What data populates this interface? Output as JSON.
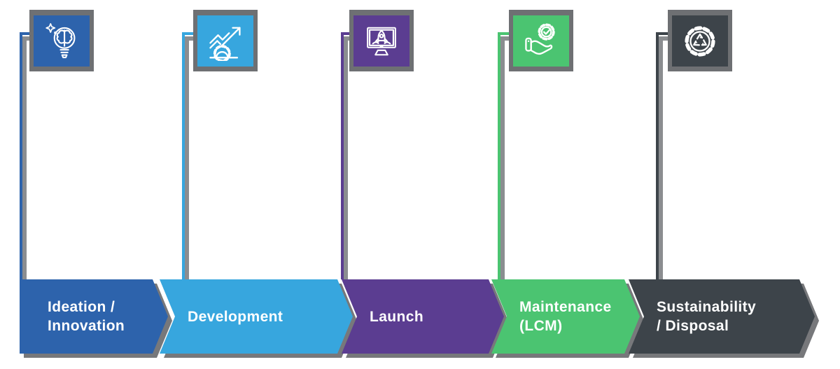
{
  "diagram": {
    "kind": "process-flow",
    "description_colors": {
      "background": "#ffffff",
      "shadow_gray": "#77787b",
      "connector_gray": "#8b8d90",
      "tile_frame_gray": "#6e7073",
      "label_text": "#ffffff"
    },
    "stages": [
      {
        "id": "ideation",
        "label": "Ideation / Innovation",
        "label_line1": "Ideation /",
        "label_line2": "Innovation",
        "color": "#2d63ac",
        "icon": "idea-brain-bulb-icon"
      },
      {
        "id": "development",
        "label": "Development",
        "label_line1": "Development",
        "label_line2": "",
        "color": "#37a6de",
        "icon": "growth-arrow-gear-icon"
      },
      {
        "id": "launch",
        "label": "Launch",
        "label_line1": "Launch",
        "label_line2": "",
        "color": "#5b3d91",
        "icon": "rocket-monitor-icon"
      },
      {
        "id": "maintenance",
        "label": "Maintenance (LCM)",
        "label_line1": "Maintenance",
        "label_line2": "(LCM)",
        "color": "#4bc471",
        "icon": "hand-gear-check-icon"
      },
      {
        "id": "sustainability",
        "label": "Sustainability / Disposal",
        "label_line1": "Sustainability",
        "label_line2": "/ Disposal",
        "color": "#3d444a",
        "icon": "gear-recycle-icon"
      }
    ]
  }
}
